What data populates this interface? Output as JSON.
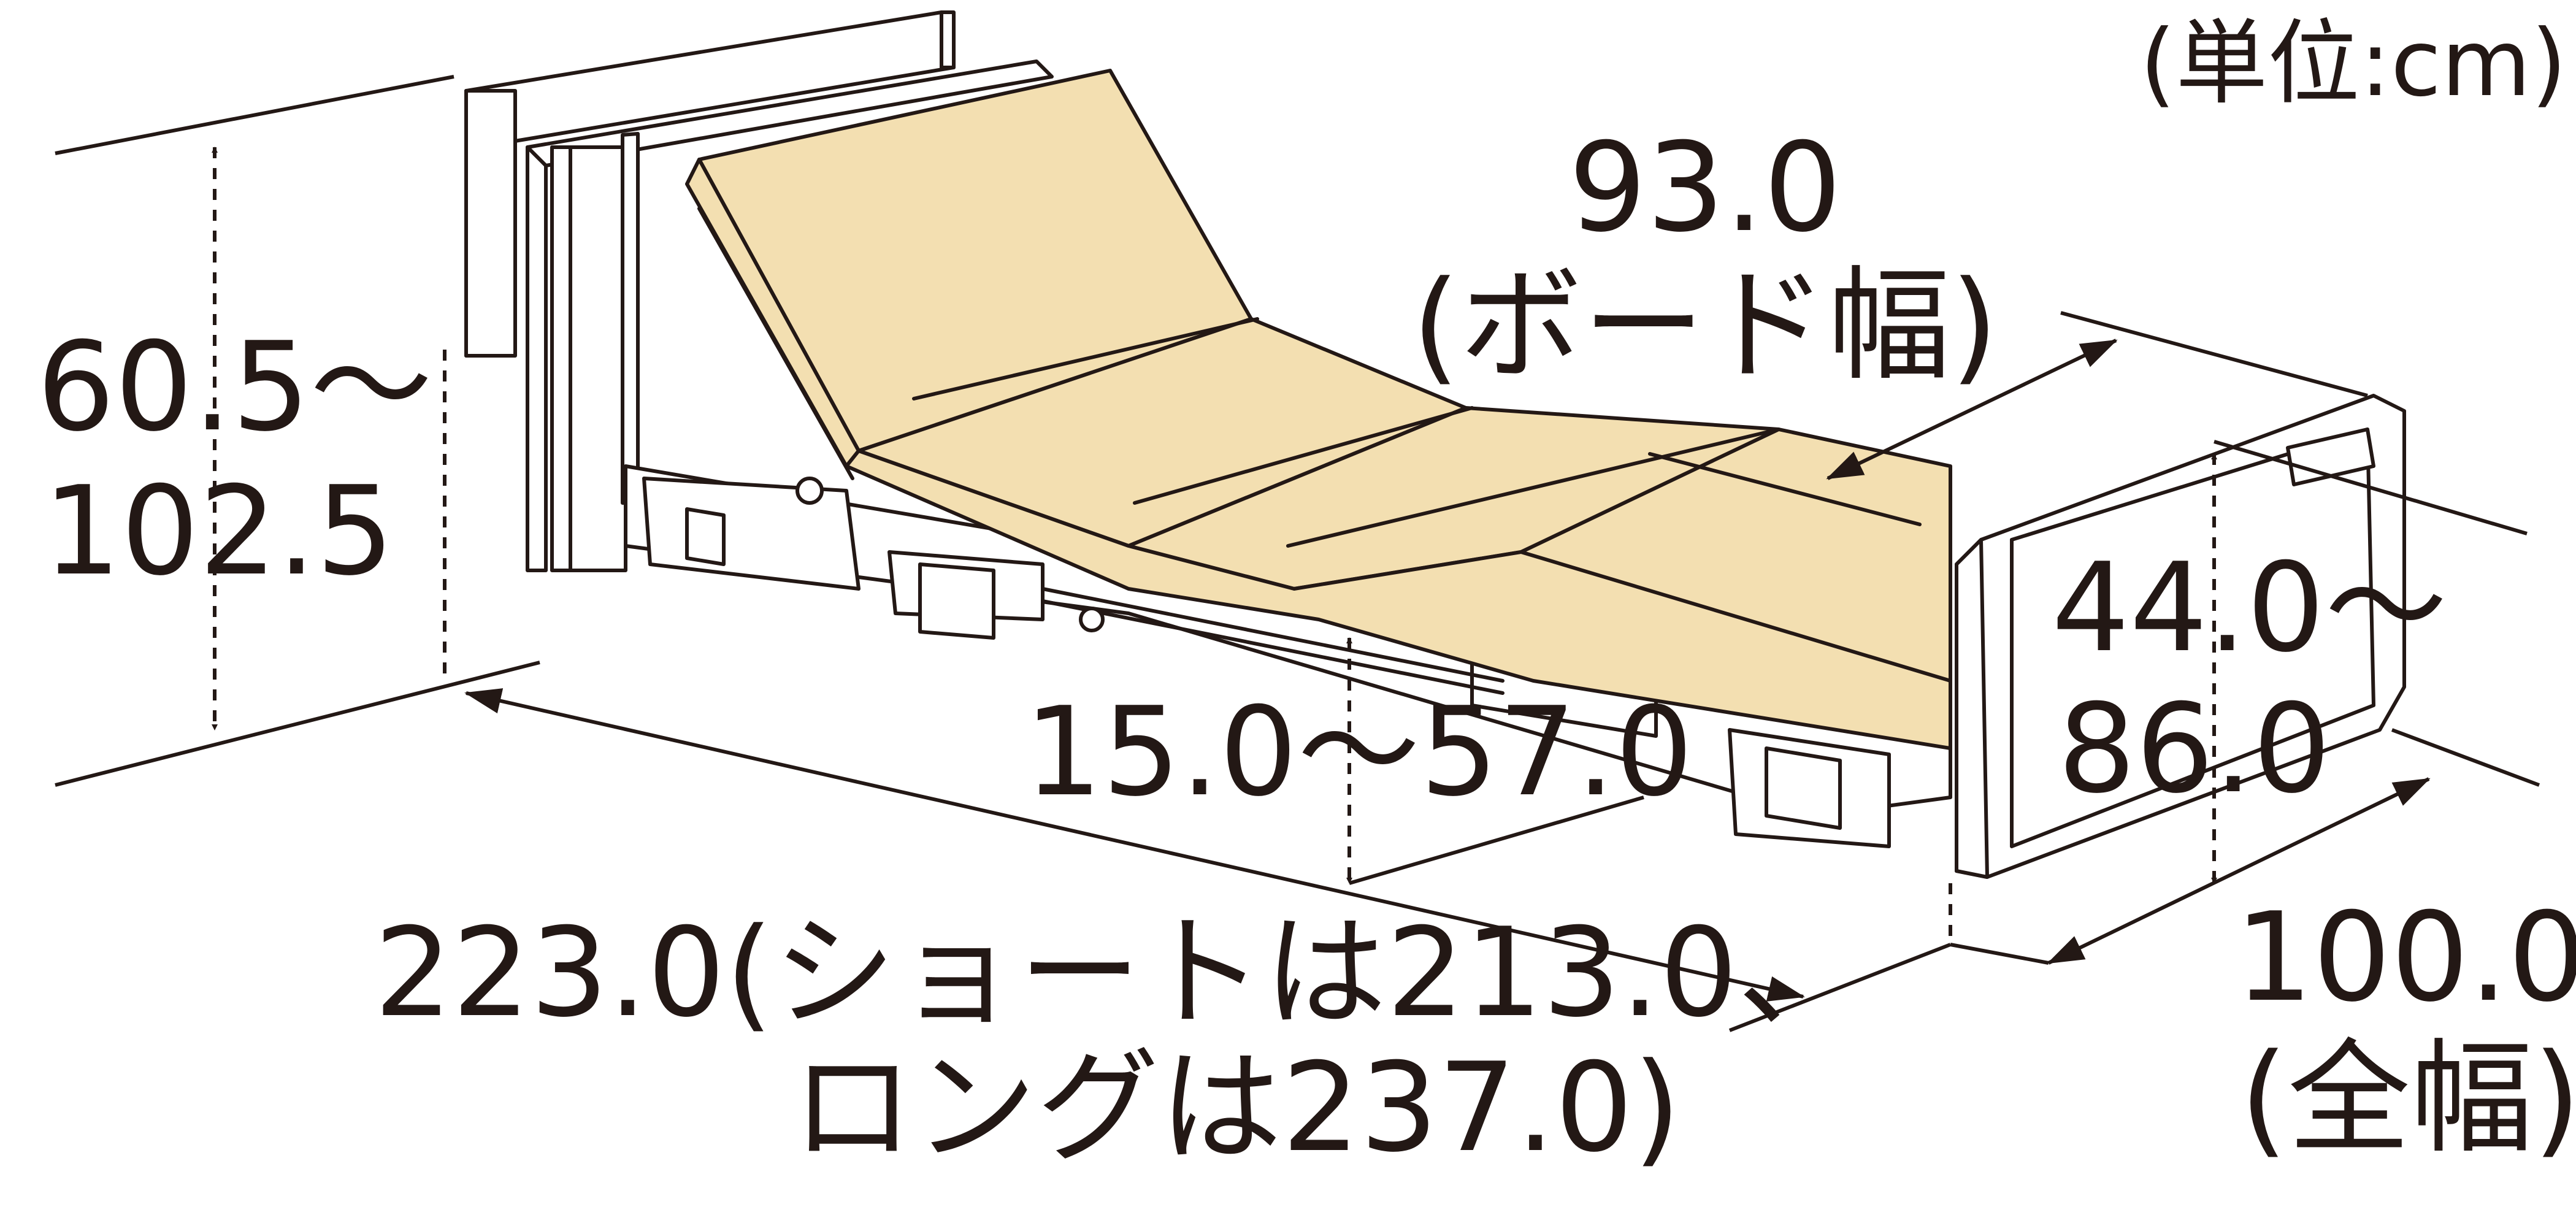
{
  "unit_label": "(単位:cm)",
  "colors": {
    "mattress": "#f3dfb1",
    "outline": "#231815",
    "frame": "#ffffff",
    "background": "#ffffff"
  },
  "dimensions": {
    "head_height": {
      "line1": "60.5〜",
      "line2": "102.5"
    },
    "board_width": {
      "line1": "93.0",
      "line2": "(ボード幅)"
    },
    "foot_height": {
      "line1": "44.0〜",
      "line2": "86.0"
    },
    "floor_height": {
      "text": "15.0〜57.0"
    },
    "length": {
      "line1": "223.0(ショートは213.0、",
      "line2": "ロングは237.0)"
    },
    "overall_width": {
      "line1": "100.0",
      "line2": "(全幅)"
    }
  }
}
